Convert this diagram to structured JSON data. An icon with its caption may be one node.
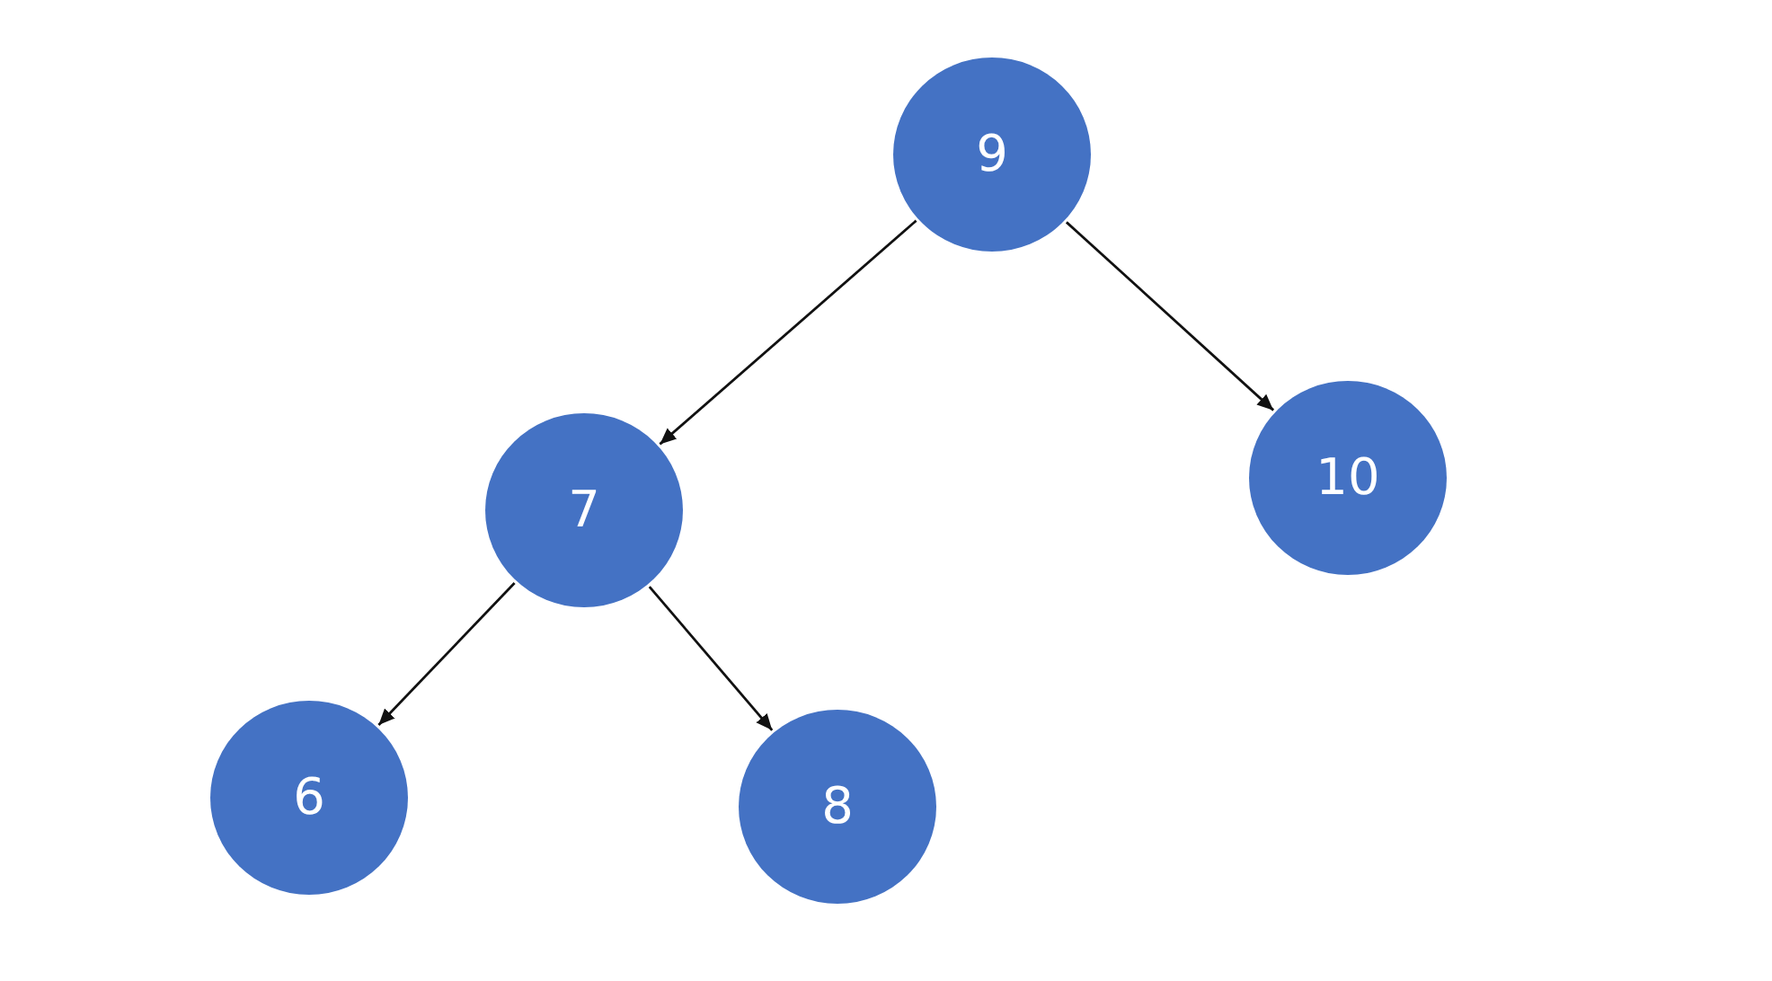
{
  "diagram": {
    "nodes": [
      {
        "text": [
          "9"
        ]
      },
      {
        "text": [
          "7"
        ]
      },
      {
        "text": [
          "10"
        ]
      },
      {
        "text": [
          "6"
        ]
      },
      {
        "text": [
          "8"
        ]
      }
    ],
    "edges": [
      {
        "from": 0,
        "to": 1,
        "arrow": "to"
      },
      {
        "from": 0,
        "to": 2,
        "arrow": "to"
      },
      {
        "from": 1,
        "to": 3,
        "arrow": "to"
      },
      {
        "from": 1,
        "to": 4,
        "arrow": "to"
      }
    ]
  }
}
